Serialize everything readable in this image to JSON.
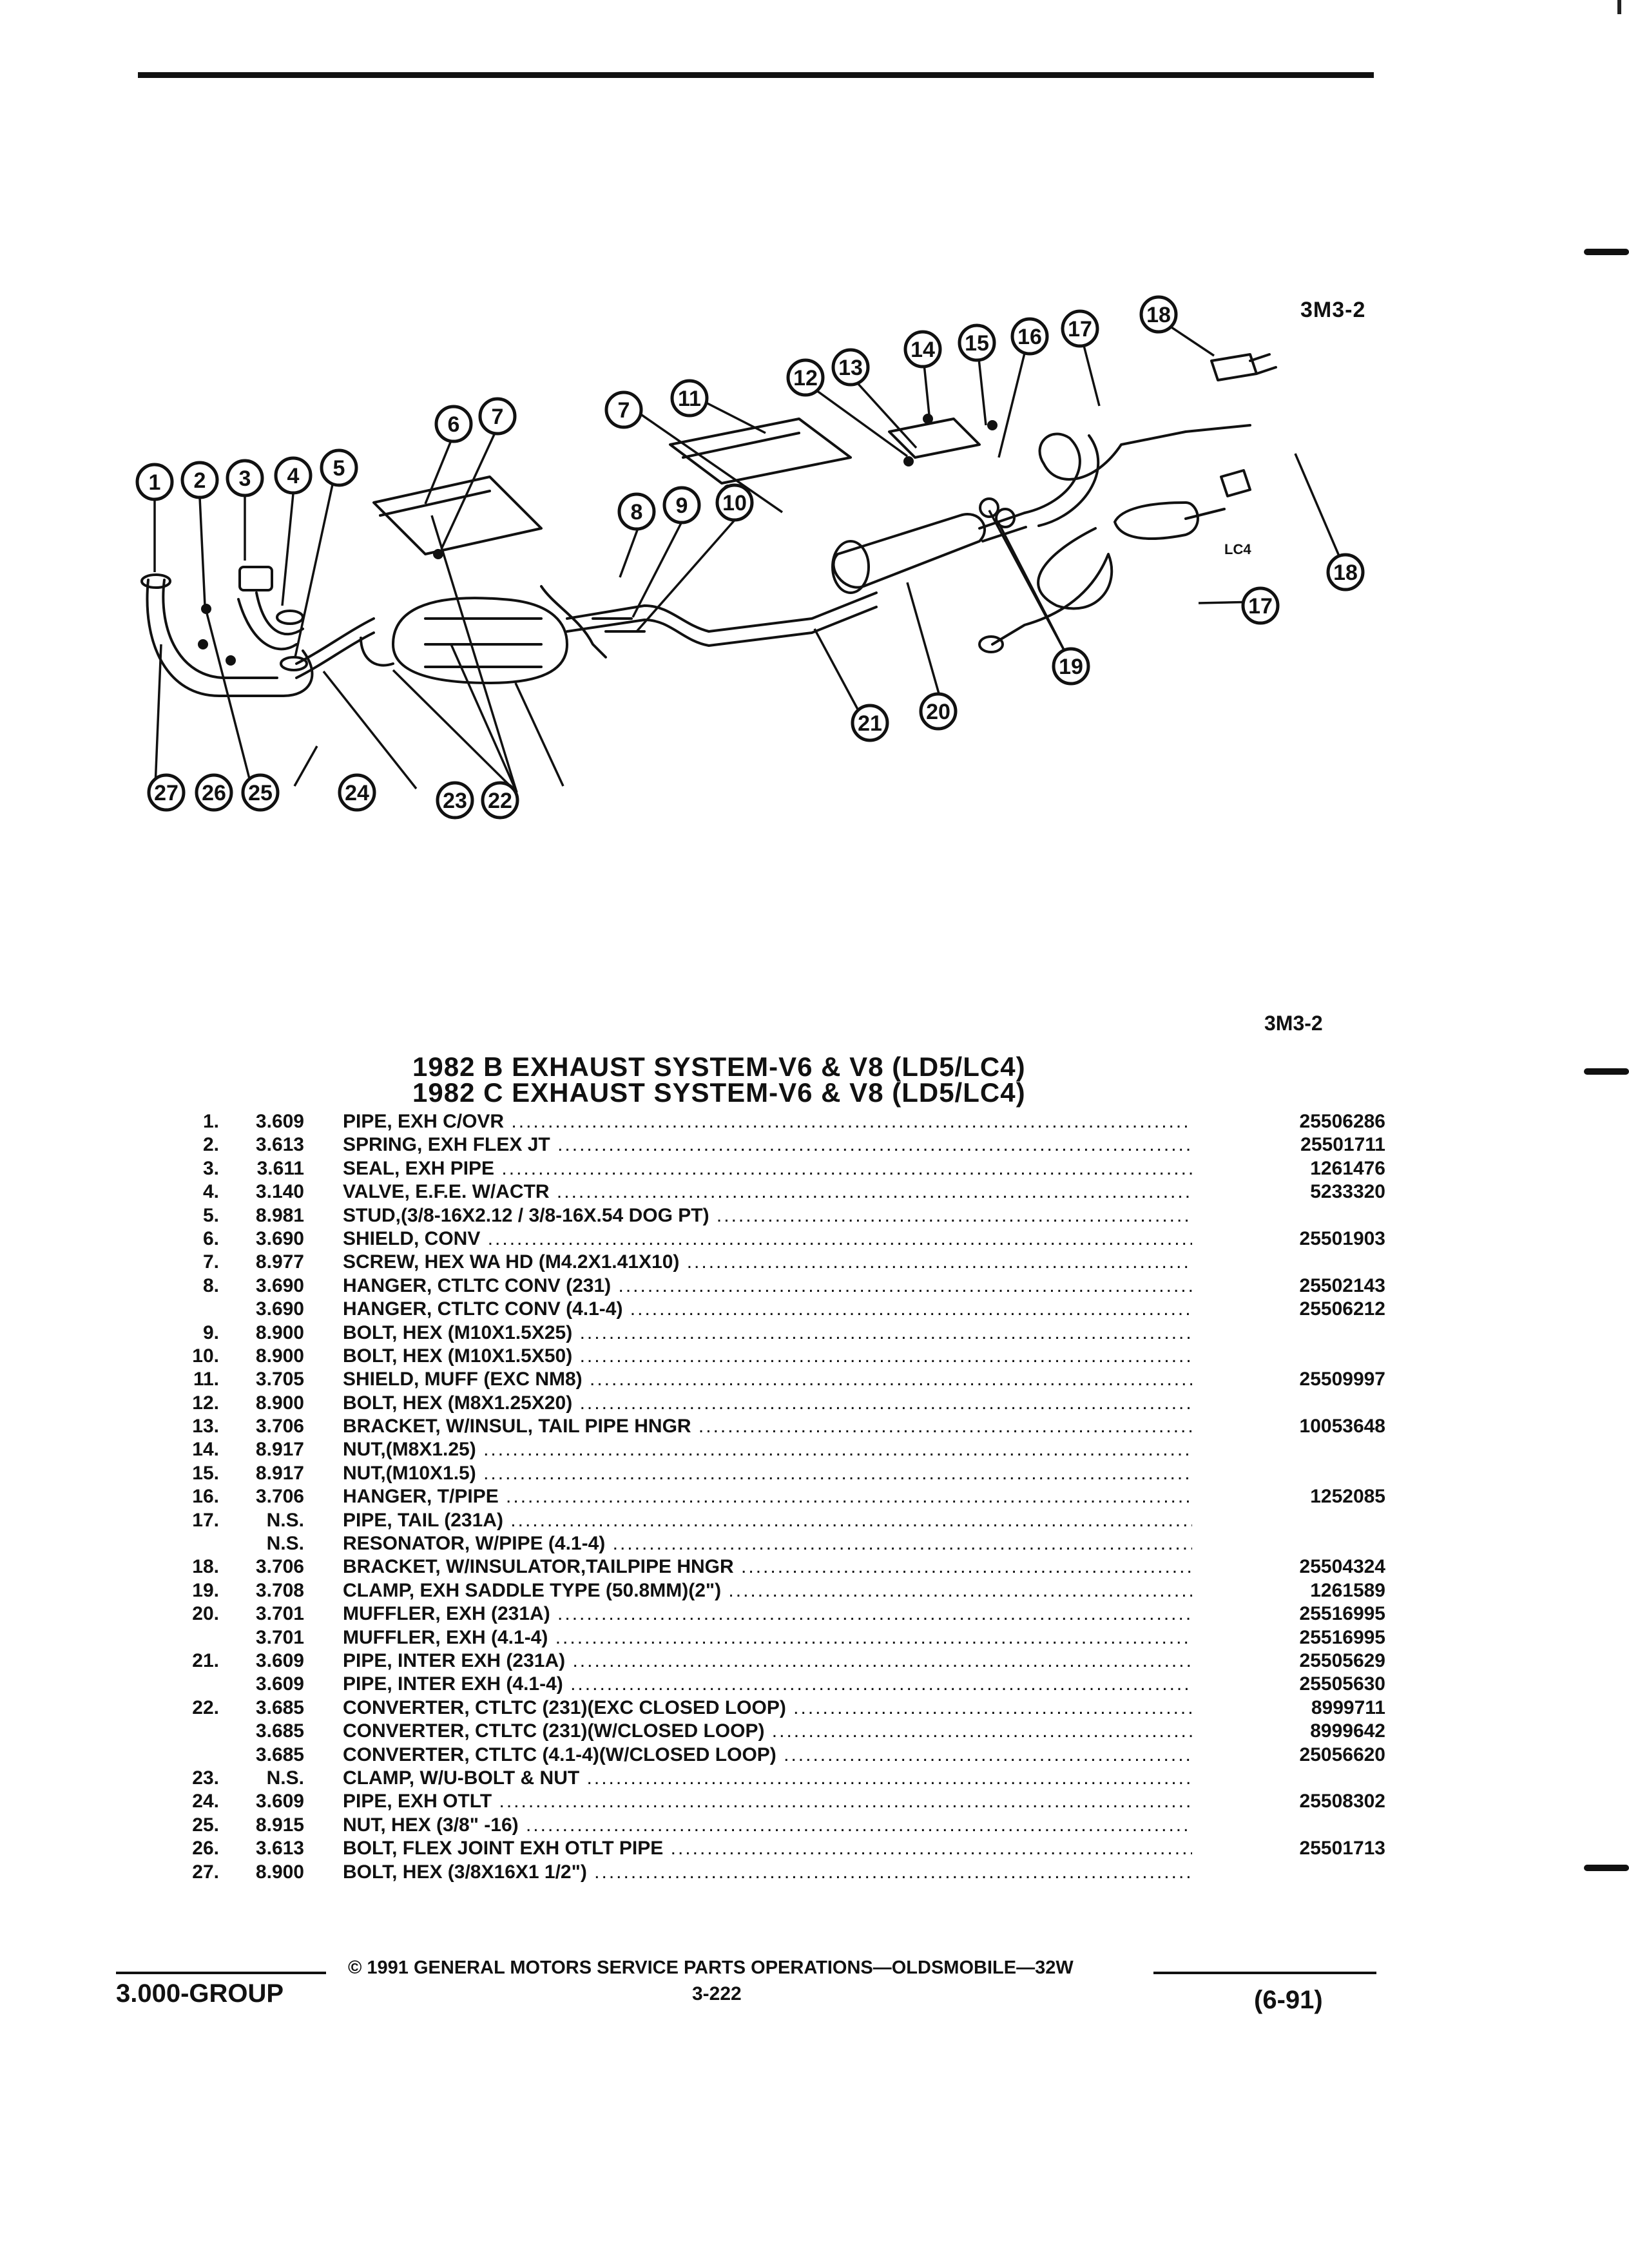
{
  "diagram": {
    "code_top": "3M3-2",
    "variant_label": "LC4",
    "callouts": [
      "1",
      "2",
      "3",
      "4",
      "5",
      "6",
      "7",
      "7",
      "8",
      "9",
      "10",
      "11",
      "12",
      "13",
      "14",
      "15",
      "16",
      "17",
      "17",
      "18",
      "18",
      "19",
      "20",
      "21",
      "22",
      "23",
      "24",
      "25",
      "26",
      "27"
    ]
  },
  "list_code": "3M3-2",
  "titles": [
    "1982 B EXHAUST SYSTEM-V6 & V8 (LD5/LC4)",
    "1982 C EXHAUST SYSTEM-V6 & V8 (LD5/LC4)"
  ],
  "parts": [
    {
      "num": "1.",
      "group": "3.609",
      "name": "PIPE",
      "spec": ", EXH C/OVR",
      "pn": "25506286"
    },
    {
      "num": "2.",
      "group": "3.613",
      "name": "SPRING",
      "spec": ", EXH FLEX JT",
      "pn": "25501711"
    },
    {
      "num": "3.",
      "group": "3.611",
      "name": "SEAL",
      "spec": ", EXH PIPE",
      "pn": "1261476"
    },
    {
      "num": "4.",
      "group": "3.140",
      "name": "VALVE",
      "spec": ", E.F.E. W/ACTR",
      "pn": "5233320"
    },
    {
      "num": "5.",
      "group": "8.981",
      "name": "STUD",
      "spec": ",(3/8-16X2.12 / 3/8-16X.54 DOG PT)",
      "pn": ""
    },
    {
      "num": "6.",
      "group": "3.690",
      "name": "SHIELD",
      "spec": ", CONV",
      "pn": "25501903"
    },
    {
      "num": "7.",
      "group": "8.977",
      "name": "SCREW",
      "spec": ", HEX WA HD (M4.2X1.41X10)",
      "pn": ""
    },
    {
      "num": "8.",
      "group": "3.690",
      "name": "HANGER",
      "spec": ", CTLTC CONV (231)",
      "pn": "25502143"
    },
    {
      "num": "",
      "group": "3.690",
      "name": "HANGER",
      "spec": ", CTLTC CONV (4.1-4)",
      "pn": "25506212"
    },
    {
      "num": "9.",
      "group": "8.900",
      "name": "BOLT",
      "spec": ", HEX (M10X1.5X25)",
      "pn": ""
    },
    {
      "num": "10.",
      "group": "8.900",
      "name": "BOLT",
      "spec": ", HEX (M10X1.5X50)",
      "pn": ""
    },
    {
      "num": "11.",
      "group": "3.705",
      "name": "SHIELD",
      "spec": ", MUFF (EXC NM8)",
      "pn": "25509997"
    },
    {
      "num": "12.",
      "group": "8.900",
      "name": "BOLT",
      "spec": ", HEX (M8X1.25X20)",
      "pn": ""
    },
    {
      "num": "13.",
      "group": "3.706",
      "name": "BRACKET",
      "spec": ", W/INSUL, TAIL PIPE HNGR",
      "pn": "10053648"
    },
    {
      "num": "14.",
      "group": "8.917",
      "name": "NUT",
      "spec": ",(M8X1.25)",
      "pn": ""
    },
    {
      "num": "15.",
      "group": "8.917",
      "name": "NUT",
      "spec": ",(M10X1.5)",
      "pn": ""
    },
    {
      "num": "16.",
      "group": "3.706",
      "name": "HANGER",
      "spec": ", T/PIPE",
      "pn": "1252085"
    },
    {
      "num": "17.",
      "group": "N.S.",
      "name": "PIPE",
      "spec": ", TAIL (231A)",
      "pn": ""
    },
    {
      "num": "",
      "group": "N.S.",
      "name": "RESONATOR",
      "spec": ", W/PIPE (4.1-4)",
      "pn": ""
    },
    {
      "num": "18.",
      "group": "3.706",
      "name": "BRACKET",
      "spec": ", W/INSULATOR,TAILPIPE HNGR",
      "pn": "25504324"
    },
    {
      "num": "19.",
      "group": "3.708",
      "name": "CLAMP",
      "spec": ", EXH SADDLE TYPE (50.8MM)(2\")",
      "pn": "1261589"
    },
    {
      "num": "20.",
      "group": "3.701",
      "name": "MUFFLER",
      "spec": ", EXH (231A)",
      "pn": "25516995"
    },
    {
      "num": "",
      "group": "3.701",
      "name": "MUFFLER",
      "spec": ", EXH (4.1-4)",
      "pn": "25516995"
    },
    {
      "num": "21.",
      "group": "3.609",
      "name": "PIPE",
      "spec": ", INTER EXH (231A)",
      "pn": "25505629"
    },
    {
      "num": "",
      "group": "3.609",
      "name": "PIPE",
      "spec": ", INTER EXH (4.1-4)",
      "pn": "25505630"
    },
    {
      "num": "22.",
      "group": "3.685",
      "name": "CONVERTER",
      "spec": ", CTLTC (231)(EXC CLOSED LOOP)",
      "pn": "8999711"
    },
    {
      "num": "",
      "group": "3.685",
      "name": "CONVERTER",
      "spec": ", CTLTC (231)(W/CLOSED LOOP)",
      "pn": "8999642"
    },
    {
      "num": "",
      "group": "3.685",
      "name": "CONVERTER",
      "spec": ", CTLTC (4.1-4)(W/CLOSED LOOP)",
      "pn": "25056620"
    },
    {
      "num": "23.",
      "group": "N.S.",
      "name": "CLAMP",
      "spec": ", W/U-BOLT & NUT",
      "pn": ""
    },
    {
      "num": "24.",
      "group": "3.609",
      "name": "PIPE",
      "spec": ", EXH OTLT",
      "pn": "25508302"
    },
    {
      "num": "25.",
      "group": "8.915",
      "name": "NUT",
      "spec": ", HEX (3/8\" -16)",
      "pn": ""
    },
    {
      "num": "26.",
      "group": "3.613",
      "name": "BOLT",
      "spec": ", FLEX JOINT EXH OTLT PIPE",
      "pn": "25501713"
    },
    {
      "num": "27.",
      "group": "8.900",
      "name": "BOLT",
      "spec": ", HEX (3/8X16X1 1/2\")",
      "pn": ""
    }
  ],
  "footer": {
    "group": "3.000-GROUP",
    "copyright": "© 1991 GENERAL MOTORS SERVICE PARTS OPERATIONS—OLDSMOBILE—32W",
    "page": "3-222",
    "date": "(6-91)"
  }
}
